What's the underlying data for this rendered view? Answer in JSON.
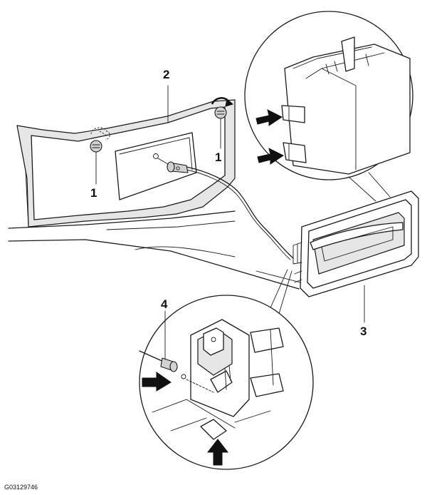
{
  "diagram": {
    "callouts": {
      "c1_left": "1",
      "c1_right": "1",
      "c2": "2",
      "c3": "3",
      "c4": "4"
    },
    "figure_code": "G03129746"
  }
}
